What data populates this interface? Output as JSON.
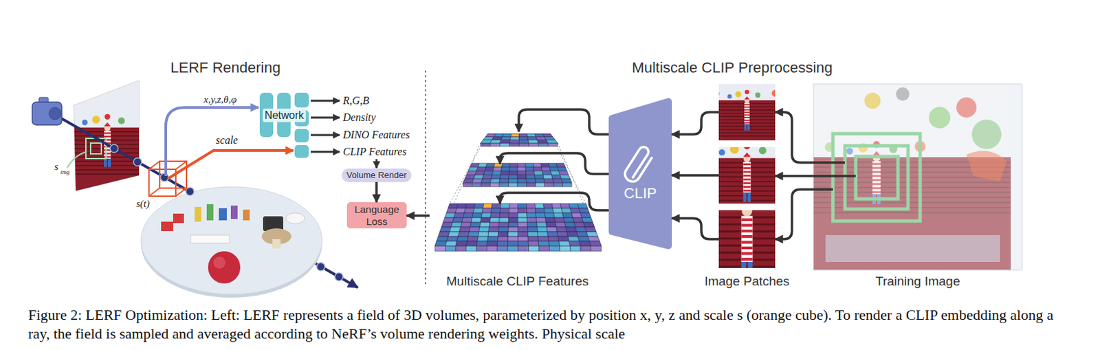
{
  "diagram": {
    "caption": "Figure 2: LERF Optimization: Left: LERF represents a field of 3D volumes, parameterized by position x, y, z and scale s (orange cube). To render a CLIP embedding along a ray, the field is sampled and averaged according to NeRF’s volume rendering weights. Physical scale",
    "nodes": [
      {
        "text": [
          "Network"
        ]
      },
      {
        "text": [
          "Volume Render"
        ]
      },
      {
        "text": [
          "Language Loss"
        ]
      },
      {
        "text": [
          "Multiscale CLIP Features"
        ]
      },
      {
        "text": [
          "CLIP"
        ]
      },
      {
        "text": [
          "Image Patches"
        ]
      },
      {
        "text": [
          "Training Image"
        ]
      }
    ],
    "edges": [
      {
        "from": 1,
        "to": 2,
        "arrow": "to"
      },
      {
        "from": 3,
        "to": 2,
        "arrow": "to"
      },
      {
        "from": 4,
        "to": 3,
        "arrow": "to"
      },
      {
        "from": 4,
        "to": 3,
        "arrow": "to"
      },
      {
        "from": 4,
        "to": 3,
        "arrow": "to"
      },
      {
        "from": 5,
        "to": 4,
        "arrow": "to"
      },
      {
        "from": 5,
        "to": 4,
        "arrow": "to"
      },
      {
        "from": 5,
        "to": 4,
        "arrow": "to"
      },
      {
        "from": 6,
        "to": 5,
        "arrow": "to"
      },
      {
        "from": 6,
        "to": 5,
        "arrow": "to"
      },
      {
        "from": 6,
        "to": 5,
        "arrow": "to"
      }
    ],
    "labels": [
      "LERF Rendering",
      "Multiscale CLIP Preprocessing",
      "x,y,z,θ,φ",
      "scale",
      "R,G,B",
      "Density",
      "DINO Features",
      "CLIP Features",
      "s",
      "img",
      "s(t)"
    ]
  }
}
